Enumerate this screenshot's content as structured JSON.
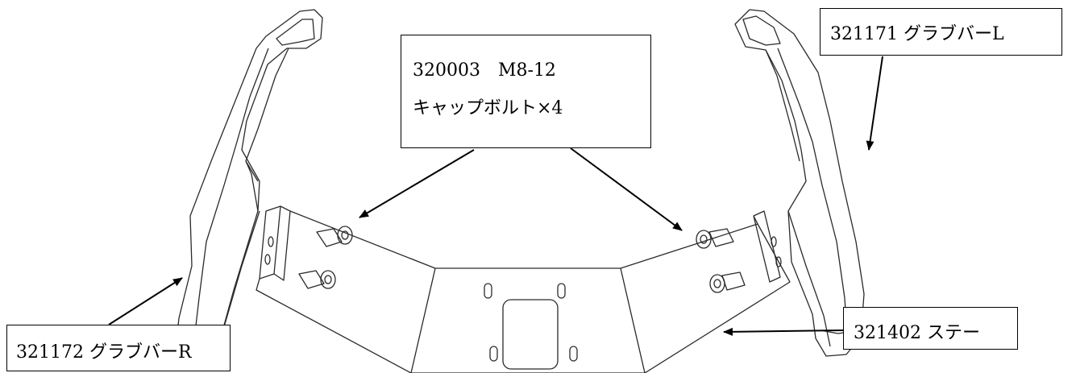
{
  "callouts": {
    "bolt": {
      "line1": "320003　M8-12",
      "line2": "キャップボルト×4"
    },
    "grab_bar_l": {
      "label": "321171 グラブバーL"
    },
    "grab_bar_r": {
      "label": "321172 グラブバーR"
    },
    "stay": {
      "label": "321402 ステー"
    }
  },
  "colors": {
    "line": "#000000",
    "part_stroke": "#2a2a2a",
    "background": "#ffffff"
  }
}
